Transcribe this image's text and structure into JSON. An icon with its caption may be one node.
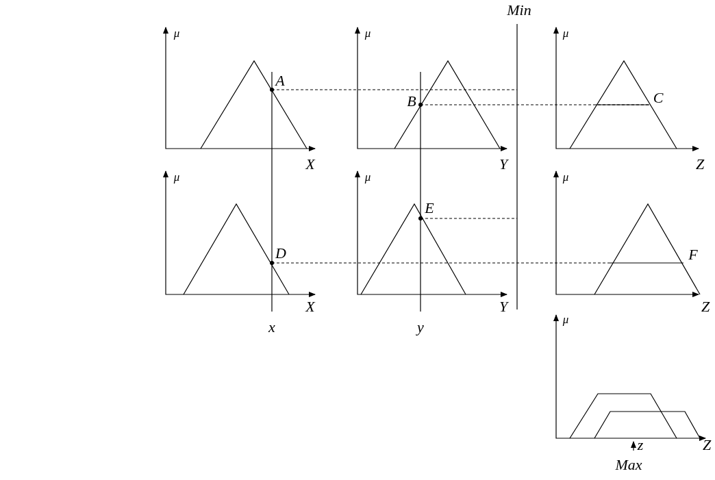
{
  "diagram": {
    "labels": [
      "Min",
      "μ",
      "μ",
      "μ",
      "A",
      "B",
      "C",
      "X",
      "Y",
      "Z",
      "μ",
      "μ",
      "μ",
      "E",
      "D",
      "F",
      "X",
      "Y",
      "Z",
      "μ",
      "x",
      "y",
      "z",
      "Z",
      "Max"
    ]
  }
}
